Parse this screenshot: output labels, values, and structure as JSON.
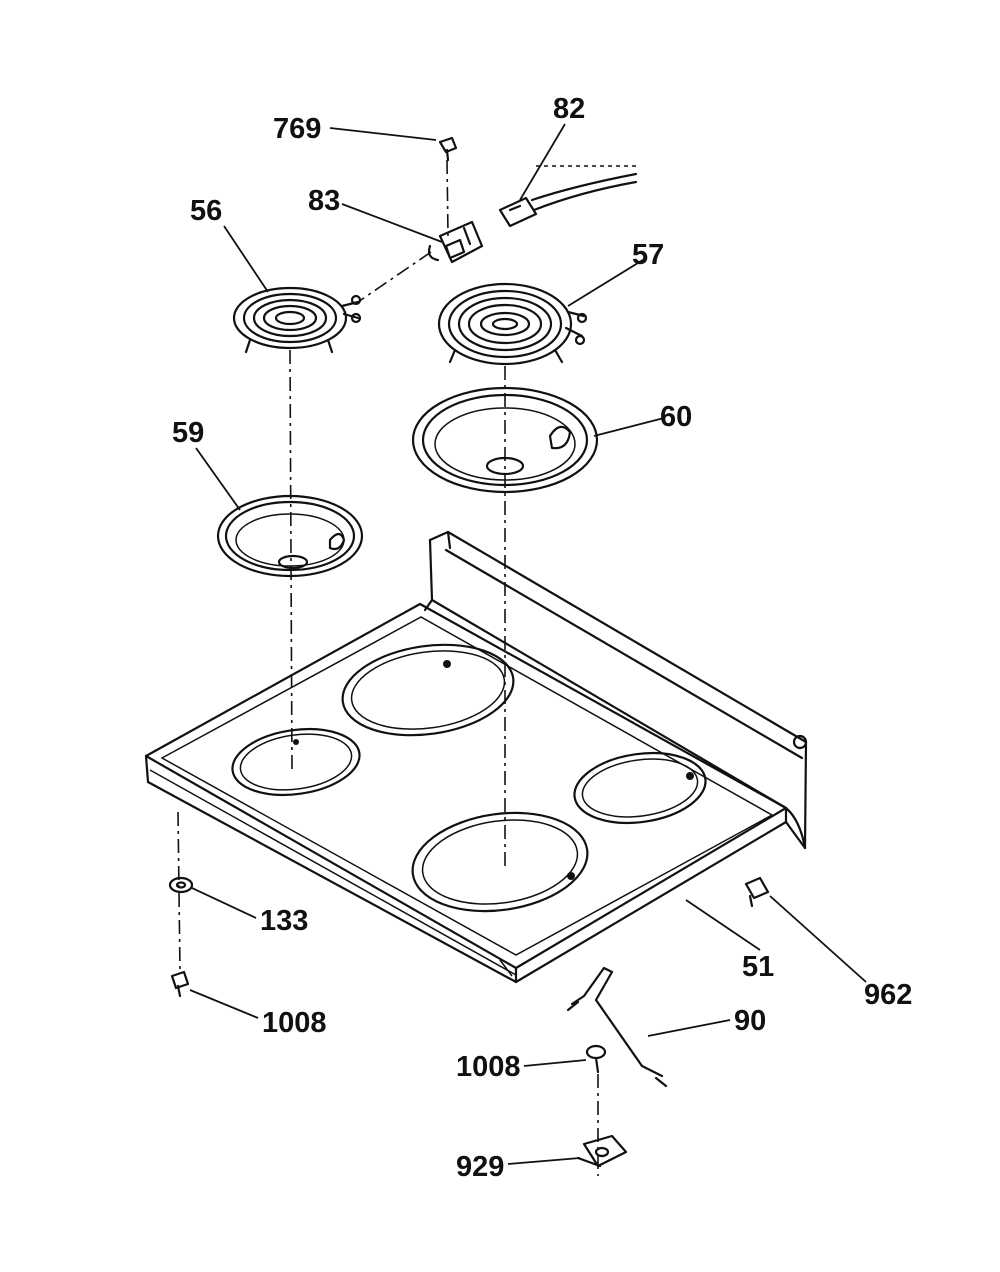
{
  "diagram": {
    "parts": [
      {
        "id": "p769",
        "label": "769"
      },
      {
        "id": "p82",
        "label": "82"
      },
      {
        "id": "p83",
        "label": "83"
      },
      {
        "id": "p56",
        "label": "56"
      },
      {
        "id": "p57",
        "label": "57"
      },
      {
        "id": "p59",
        "label": "59"
      },
      {
        "id": "p60",
        "label": "60"
      },
      {
        "id": "p133",
        "label": "133"
      },
      {
        "id": "p1008a",
        "label": "1008"
      },
      {
        "id": "p51",
        "label": "51"
      },
      {
        "id": "p962",
        "label": "962"
      },
      {
        "id": "p90",
        "label": "90"
      },
      {
        "id": "p1008b",
        "label": "1008"
      },
      {
        "id": "p929",
        "label": "929"
      }
    ]
  }
}
